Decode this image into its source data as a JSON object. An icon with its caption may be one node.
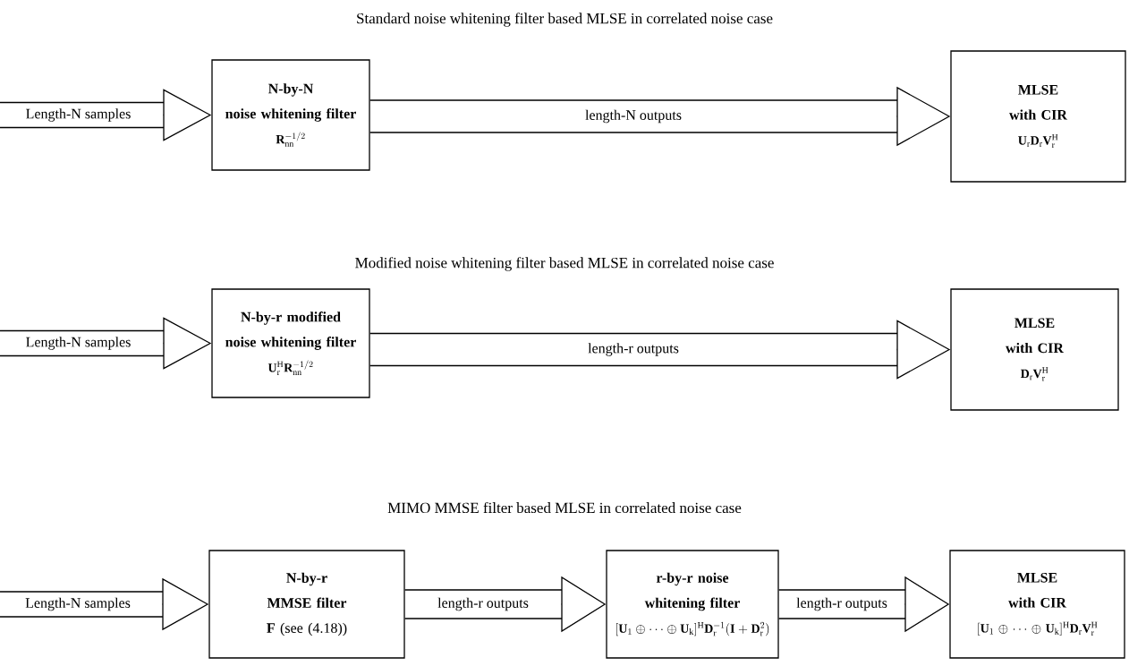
{
  "diagram": {
    "nodes": [
      {
        "text": [
          "N-by-N",
          "noise whitening filter",
          "\\mathbf{R}_{\\mathrm{nn}}^{-1/2}"
        ]
      },
      {
        "text": [
          "MLSE",
          "with CIR",
          "\\mathbf{U}_{\\mathrm{r}}\\mathbf{D}_{\\mathrm{r}}\\mathbf{V}_{\\mathrm{r}}^{\\mathrm{H}}"
        ]
      },
      {
        "text": [
          "N-by-r modified",
          "noise whitening filter",
          "\\mathbf{U}_{\\mathrm{r}}^{\\mathrm{H}}\\mathbf{R}_{\\mathrm{nn}}^{-1/2}"
        ]
      },
      {
        "text": [
          "MLSE",
          "with CIR",
          "\\mathbf{D}_{\\mathrm{r}}\\mathbf{V}_{\\mathrm{r}}^{\\mathrm{H}}"
        ]
      },
      {
        "text": [
          "N-by-r",
          "MMSE filter",
          "**F** (see (4.18))"
        ]
      },
      {
        "text": [
          "r-by-r noise",
          "whitening filter",
          "[\\mathbf{U}_1\\oplus\\cdots\\oplus\\mathbf{U}_{\\mathrm{k}}]^{\\mathrm{H}}\\mathbf{D}_{\\mathrm{r}}^{-1}(\\mathbf{I}+\\mathbf{D}_{\\mathrm{r}}^{2})"
        ]
      },
      {
        "text": [
          "MLSE",
          "with CIR",
          "[\\mathbf{U}_1\\oplus\\cdots\\oplus\\mathbf{U}_{\\mathrm{k}}]^{\\mathrm{H}}\\mathbf{D}_{\\mathrm{r}}\\mathbf{V}_{\\mathrm{r}}^{\\mathrm{H}}"
        ]
      }
    ],
    "edges": [
      {
        "from": null,
        "to": 0,
        "arrow": "to",
        "label": "Length-N samples"
      },
      {
        "from": 0,
        "to": 1,
        "arrow": "to",
        "label": "length-N outputs"
      },
      {
        "from": null,
        "to": 2,
        "arrow": "to",
        "label": "Length-N samples"
      },
      {
        "from": 2,
        "to": 3,
        "arrow": "to",
        "label": "length-r outputs"
      },
      {
        "from": null,
        "to": 4,
        "arrow": "to",
        "label": "Length-N samples"
      },
      {
        "from": 4,
        "to": 5,
        "arrow": "to",
        "label": "length-r outputs"
      },
      {
        "from": 5,
        "to": 6,
        "arrow": "to",
        "label": "length-r outputs"
      }
    ],
    "labels": [
      "Standard noise whitening filter based MLSE in correlated noise case",
      "Modified noise whitening filter based MLSE in correlated noise case",
      "MIMO MMSE filter based MLSE in correlated noise case"
    ]
  }
}
